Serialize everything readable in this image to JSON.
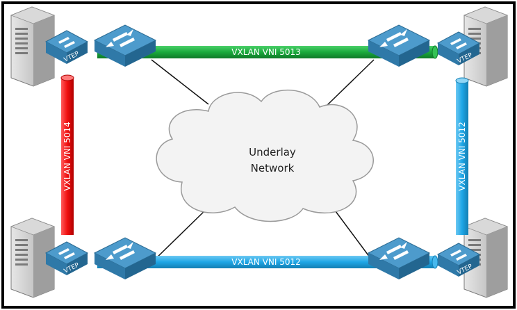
{
  "diagram": {
    "cloud_label_line1": "Underlay",
    "cloud_label_line2": "Network",
    "vtep_label": "VTEP",
    "tunnels": {
      "top": {
        "label": "VXLAN VNI 5013",
        "color": "#1aaa3c"
      },
      "bottom": {
        "label": "VXLAN VNI 5012",
        "color": "#1ea6e6"
      },
      "left": {
        "label": "VXLAN VNI 5014",
        "color": "#f01010"
      },
      "right": {
        "label": "VXLAN VNI 5012",
        "color": "#1ea6e6"
      }
    },
    "colors": {
      "switch_top": "#3f8fc0",
      "switch_side": "#2b6f99",
      "server_body": "#c8c8c8",
      "server_dark": "#8c8c8c",
      "frame": "#000000",
      "cloud_fill": "#f3f3f3",
      "cloud_stroke": "#9a9a9a"
    }
  }
}
